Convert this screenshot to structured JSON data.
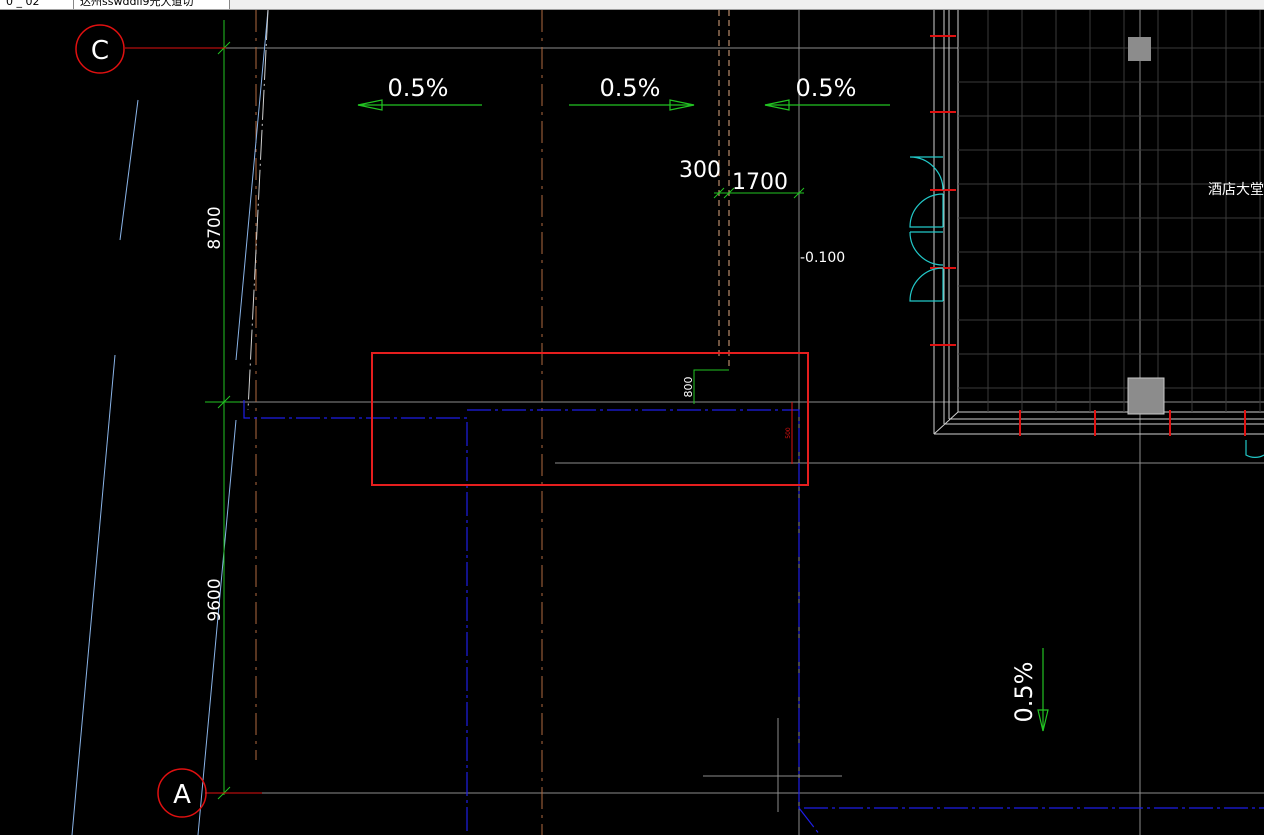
{
  "tabs": [
    {
      "label": "0 _ 02"
    },
    {
      "label": "达州sswddll9光大道切"
    }
  ],
  "grid_axes": {
    "top": "C",
    "bottom": "A"
  },
  "dimensions": {
    "upper_span": "8700",
    "lower_span": "9600",
    "left_width": "300",
    "right_width": "1700",
    "small_offset": "800",
    "tiny_mark": "500"
  },
  "slopes": {
    "s1": "0.5%",
    "s2": "0.5%",
    "s3": "0.5%",
    "s4": "0.5%"
  },
  "elevation": "-0.100",
  "room_label": "酒店大堂",
  "colors": {
    "background": "#000000",
    "grid_line": "#8c8c8c",
    "axis_bubble": "#e01010",
    "dimension": "#22c322",
    "boundary": "#1e1ee6",
    "highlight": "#e61e1e",
    "text": "#ffffff",
    "door": "#22c8c8"
  }
}
